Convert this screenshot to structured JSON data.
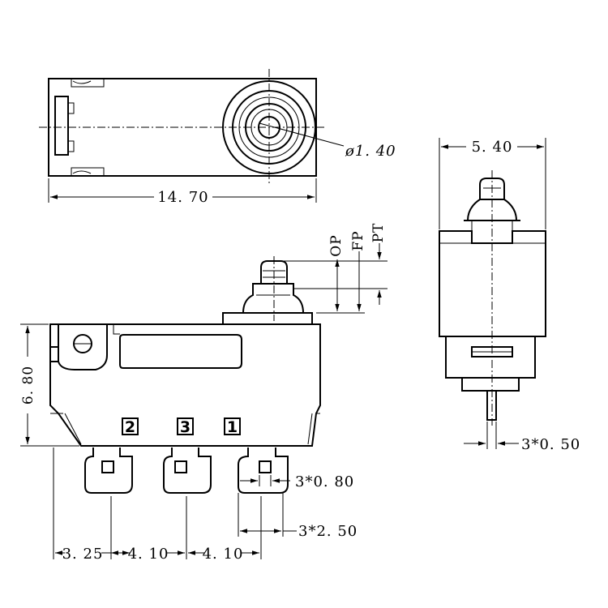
{
  "top_view": {
    "length_label": "14. 70",
    "hole_label": "ø1. 40"
  },
  "side_view": {
    "height_label": "6. 80",
    "op_label": "OP",
    "fp_label": "FP",
    "pt_label": "PT",
    "pins": [
      "2",
      "3",
      "1"
    ],
    "pin_width_label": "3*0. 80",
    "pin_span_label": "3*2. 50",
    "pitch_labels": [
      "3. 25",
      "4. 10",
      "4. 10"
    ]
  },
  "end_view": {
    "width_label": "5. 40",
    "pin_thickness_label": "3*0. 50"
  }
}
